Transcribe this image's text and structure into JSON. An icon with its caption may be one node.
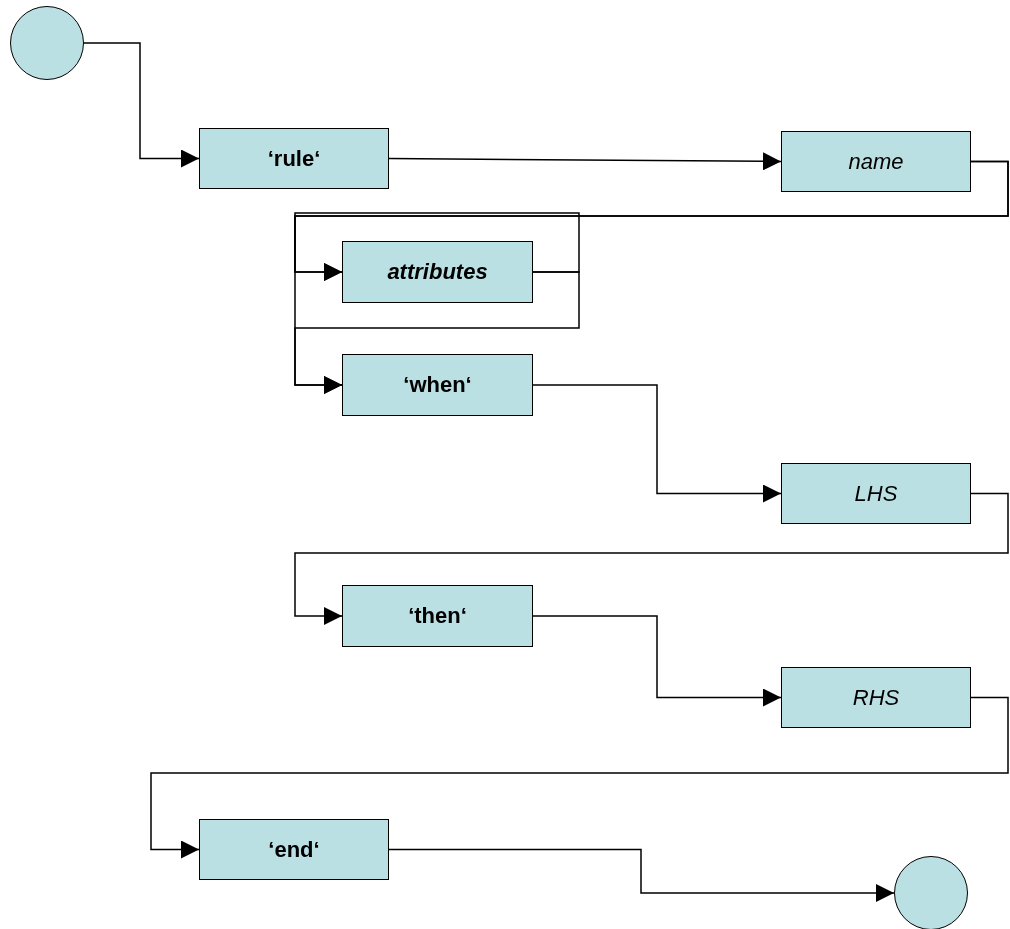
{
  "diagram": {
    "nodes": [
      {
        "text": [],
        "shape": "circle"
      },
      {
        "text": [
          "‘rule‘"
        ]
      },
      {
        "text": [
          "name"
        ]
      },
      {
        "text": [
          "attributes"
        ]
      },
      {
        "text": [
          "‘when‘"
        ]
      },
      {
        "text": [
          "LHS"
        ]
      },
      {
        "text": [
          "‘then‘"
        ]
      },
      {
        "text": [
          "RHS"
        ]
      },
      {
        "text": [
          "‘end‘"
        ]
      },
      {
        "text": [],
        "shape": "circle"
      }
    ],
    "edges": [
      {
        "from": 0,
        "to": 1,
        "arrow": "to"
      },
      {
        "from": 1,
        "to": 2,
        "arrow": "to"
      },
      {
        "from": 2,
        "to": 3,
        "arrow": "to"
      },
      {
        "from": 2,
        "to": 4,
        "arrow": "to"
      },
      {
        "from": 3,
        "to": 3,
        "arrow": "to"
      },
      {
        "from": 3,
        "to": 4,
        "arrow": "to"
      },
      {
        "from": 4,
        "to": 5,
        "arrow": "to"
      },
      {
        "from": 5,
        "to": 6,
        "arrow": "to"
      },
      {
        "from": 6,
        "to": 7,
        "arrow": "to"
      },
      {
        "from": 7,
        "to": 8,
        "arrow": "to"
      },
      {
        "from": 8,
        "to": 9,
        "arrow": "to"
      }
    ]
  }
}
